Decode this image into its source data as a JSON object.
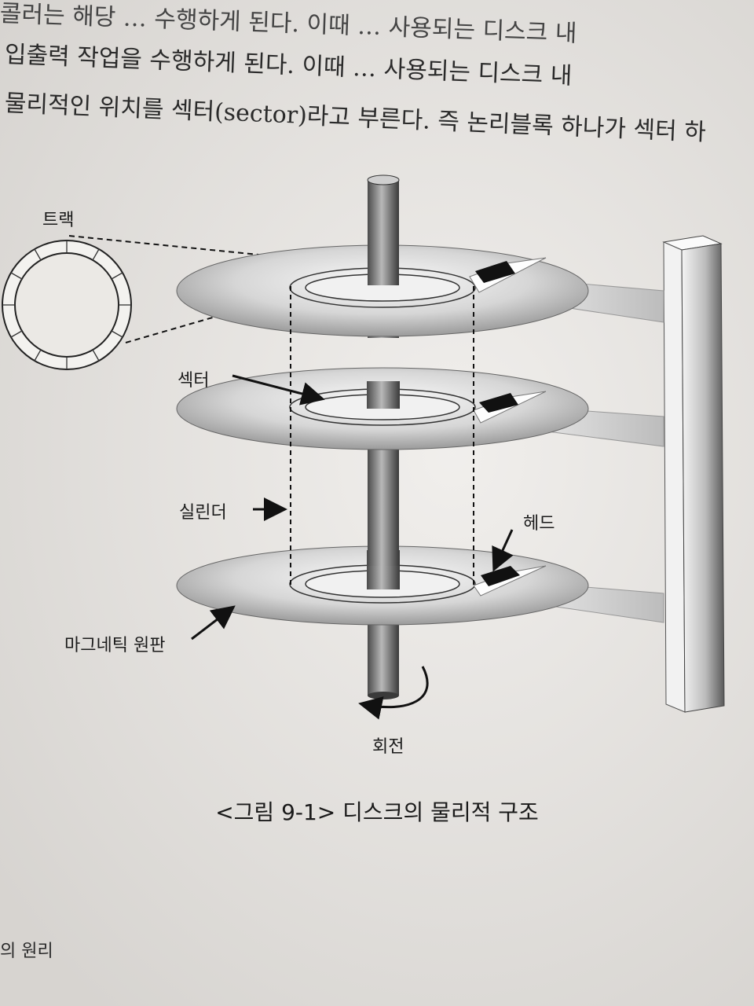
{
  "body_text": {
    "line1": "콜러는 해당 … 수행하게 된다. 이때 … 사용되는 디스크 내",
    "line2": "입출력 작업을 수행하게 된다. 이때 … 사용되는 디스크 내",
    "line3": "물리적인 위치를 섹터(sector)라고 부른다. 즉 논리블록 하나가 섹터 하"
  },
  "figure": {
    "labels": {
      "track": "트랙",
      "sector": "섹터",
      "cylinder": "실린더",
      "head": "헤드",
      "platter": "마그네틱 원판",
      "rotation": "회전"
    },
    "caption": "<그림 9-1> 디스크의 물리적 구조"
  },
  "footer": {
    "text": "의 원리"
  }
}
